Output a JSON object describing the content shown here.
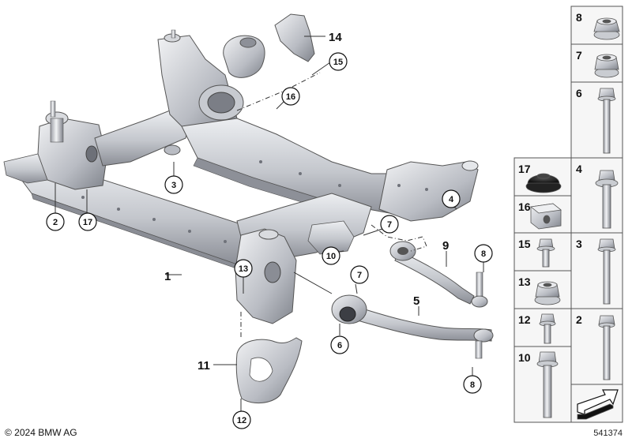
{
  "parts": {
    "subframe": "1",
    "p2": "2",
    "p3": "3",
    "p4": "4",
    "p5": "5",
    "p6": "6",
    "p7_upper": "7",
    "p7_lower": "7",
    "p8_upper": "8",
    "p8_lower": "8",
    "p9": "9",
    "p10": "10",
    "p11": "11",
    "p12": "12",
    "p13": "13",
    "p14": "14",
    "p15": "15",
    "p16": "16",
    "p17": "17"
  },
  "hardware_grid": {
    "right_column": [
      "8",
      "7",
      "6",
      "4",
      "3",
      "2"
    ],
    "left_column": [
      "17",
      "16",
      "15",
      "13",
      "12",
      "10"
    ]
  },
  "footer": {
    "copyright": "© 2024 BMW AG",
    "reference": "541374"
  },
  "colors": {
    "metal_light": "#e4e5e8",
    "metal_mid": "#b8bac0",
    "metal_dark": "#7d8088",
    "line": "#444444",
    "cell_fill": "#f4f4f4"
  }
}
